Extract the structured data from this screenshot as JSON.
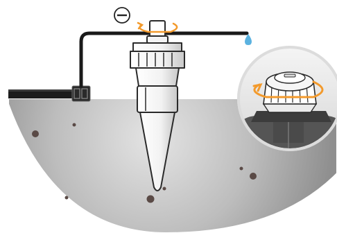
{
  "diagram": {
    "direction_symbol": "minus-circle",
    "rotation": "counterclockwise",
    "rotation_color": "#F39A2C",
    "water_drop_color": "#5BB2E0"
  },
  "parts": {
    "soil": "soil-cross-section",
    "tube": "drip-tube",
    "stake": "watering-stake",
    "connector": "tube-connector",
    "main_line": "main-line-hose",
    "valve_knob": "flow-control-knob",
    "detail": "zoomed-knob-detail"
  }
}
